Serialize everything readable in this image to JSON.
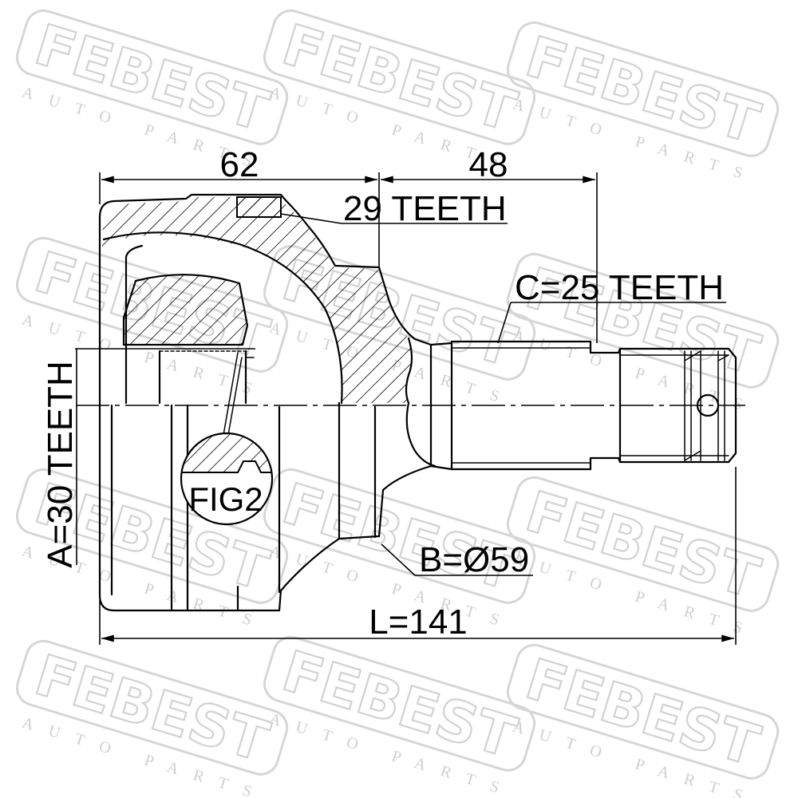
{
  "dimensions": {
    "upper_left": "62",
    "upper_right": "48",
    "total_length": "L=141"
  },
  "callouts": {
    "teeth_29": "29 TEETH",
    "c_teeth": "C=25 TEETH",
    "b_diameter": "B=Ø59",
    "a_teeth": "A=30 TEETH",
    "fig2": "FIG2"
  },
  "watermark": {
    "brand": "FEBEST",
    "tagline": "AUTO PARTS"
  },
  "colors": {
    "line": "#000000",
    "watermark": "#d4d4d4",
    "background": "#ffffff"
  }
}
